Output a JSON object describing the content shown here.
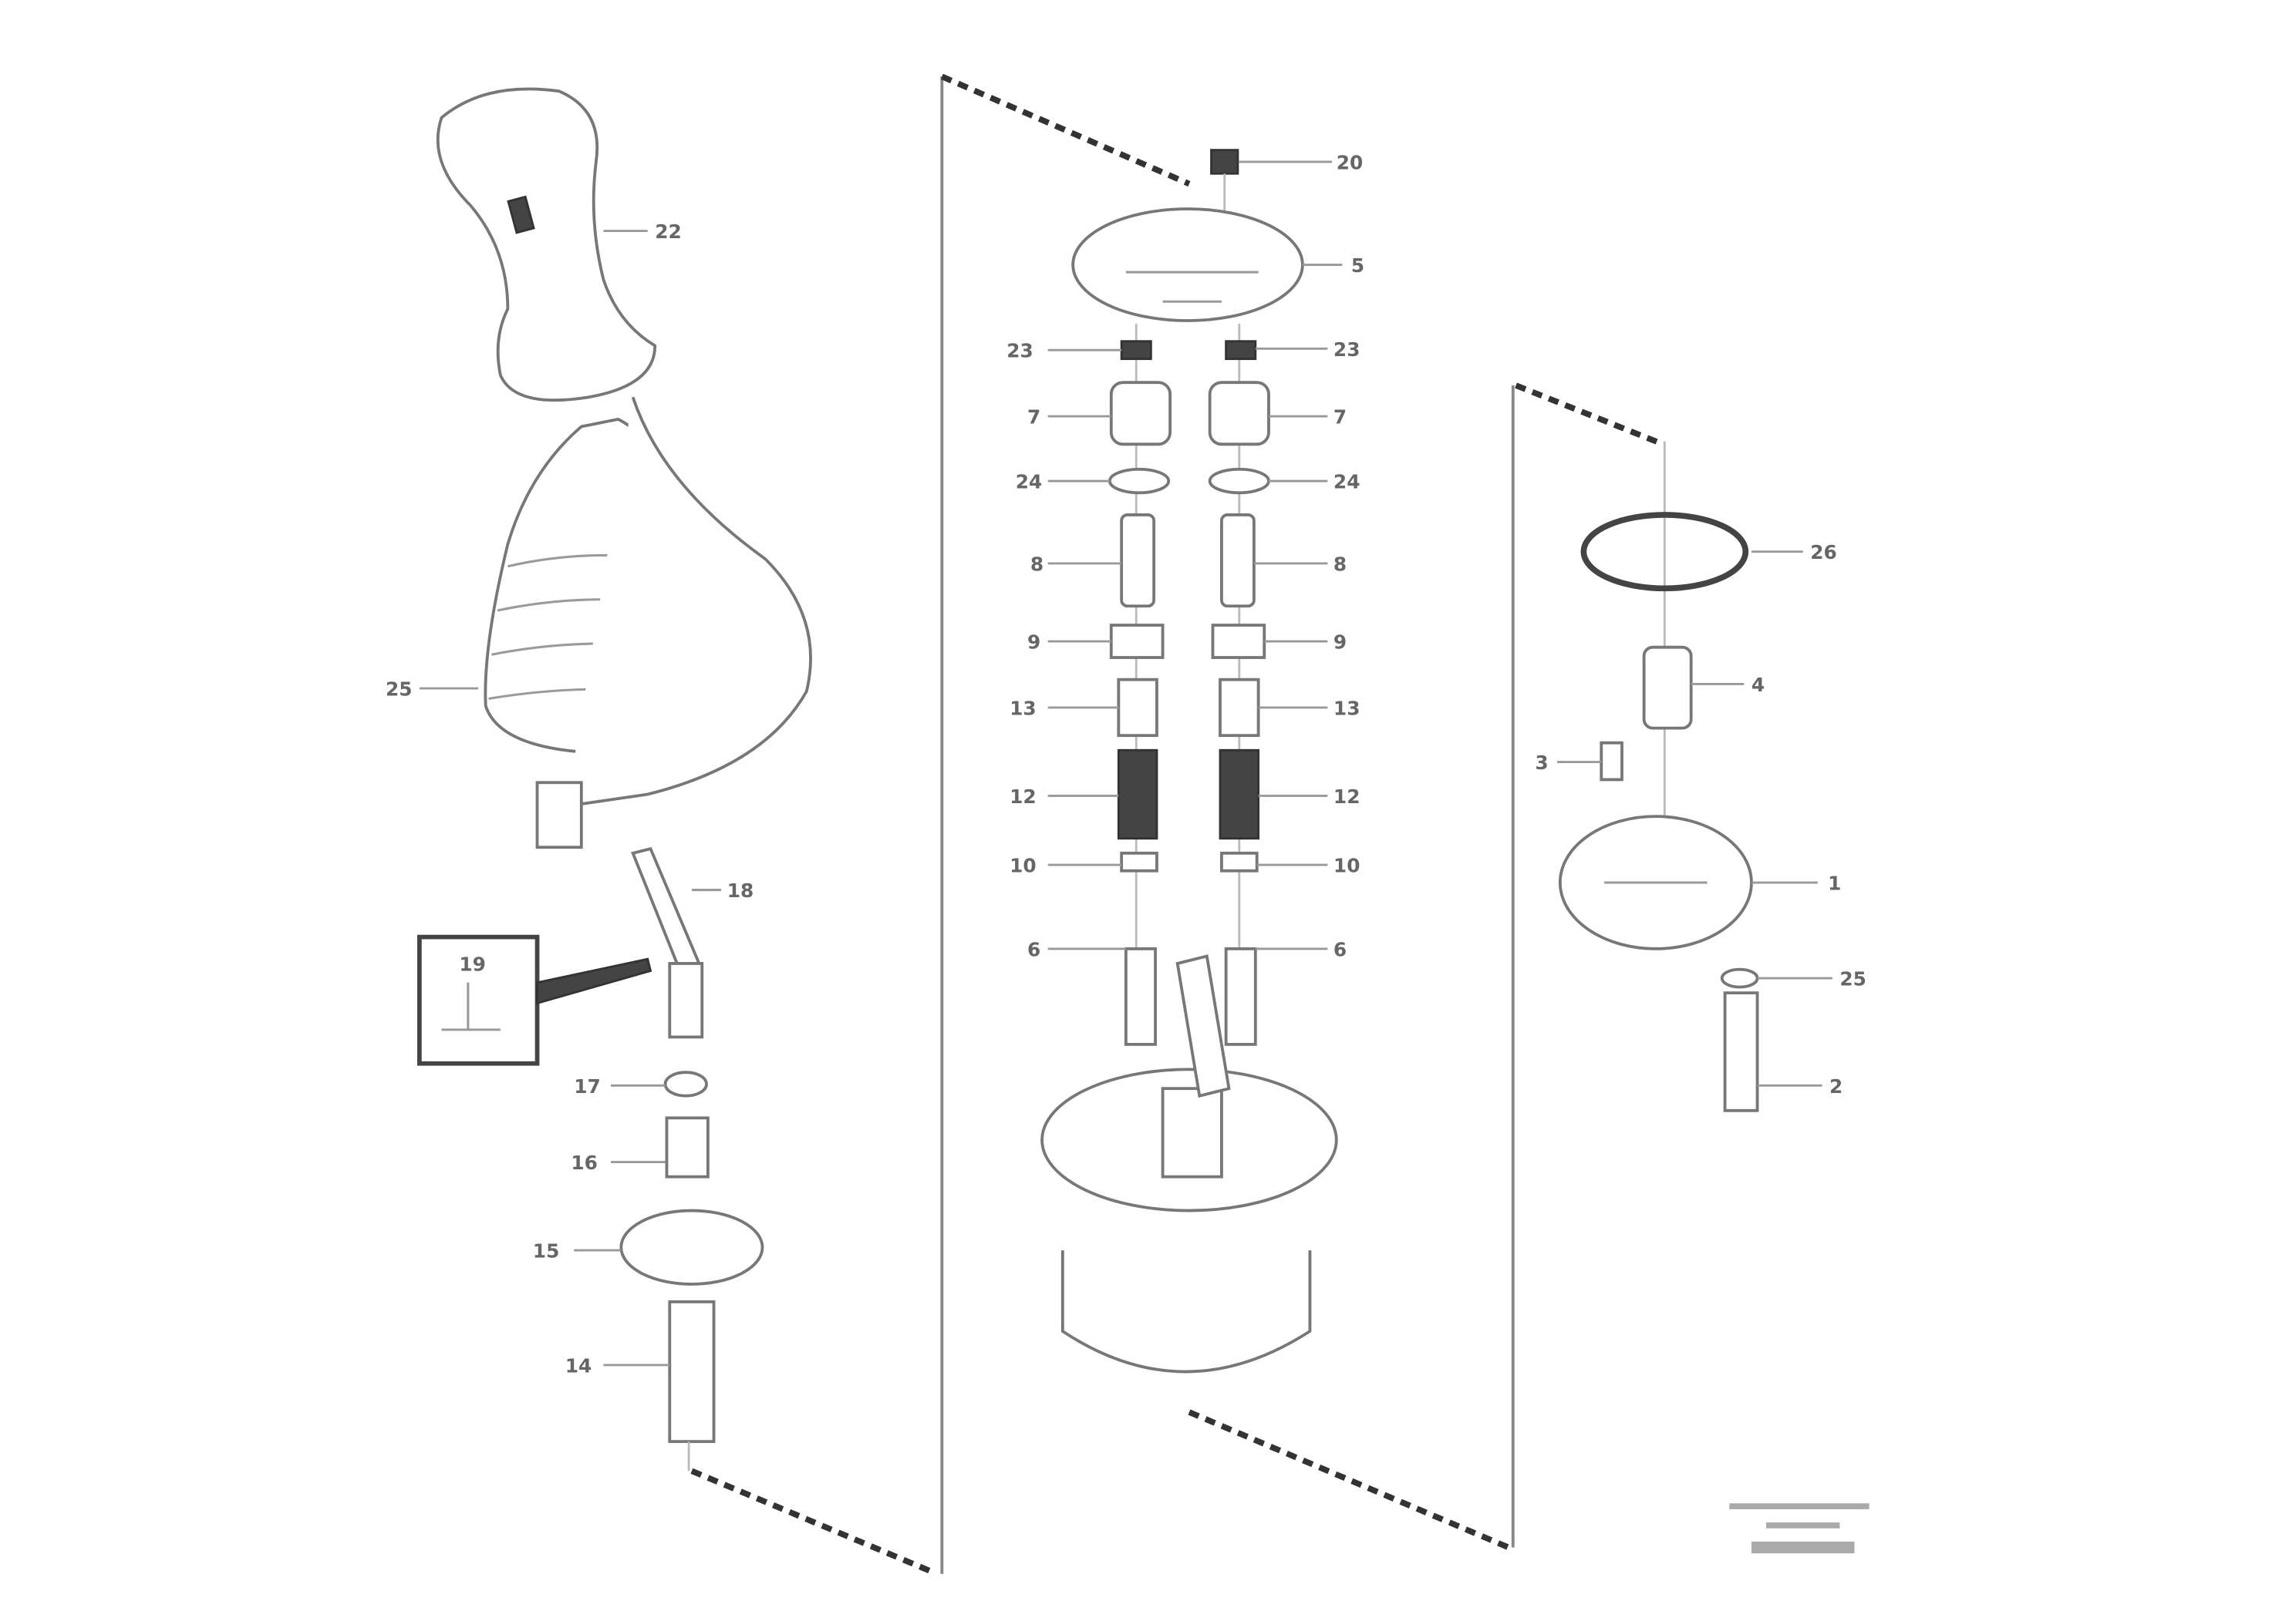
{
  "diagram": {
    "type": "exploded parts diagram",
    "labels": {
      "handle": "22",
      "boot": "25",
      "lever": "18",
      "inset": "19",
      "l17": "17",
      "l16": "16",
      "l15": "15",
      "l14": "14",
      "top_screw": "20",
      "plate": "5",
      "c23a": "23",
      "c23b": "23",
      "c7a": "7",
      "c7b": "7",
      "c24a": "24",
      "c24b": "24",
      "c8a": "8",
      "c8b": "8",
      "c9a": "9",
      "c9b": "9",
      "c13a": "13",
      "c13b": "13",
      "c12a": "12",
      "c12b": "12",
      "c10a": "10",
      "c10b": "10",
      "c6a": "6",
      "c6b": "6",
      "oring": "26",
      "r4": "4",
      "r3": "3",
      "r1": "1",
      "r25": "25",
      "r2": "2"
    }
  }
}
